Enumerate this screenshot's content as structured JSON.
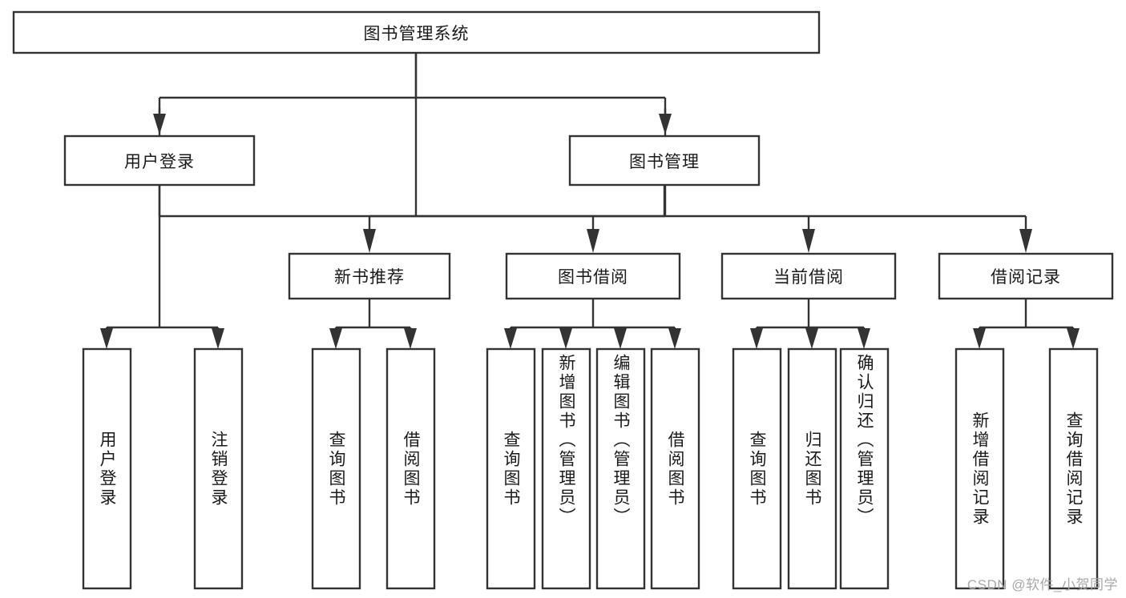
{
  "diagram": {
    "type": "tree",
    "title": "图书管理系统",
    "watermark": "CSDN @软件_小贺同学",
    "colors": {
      "box_stroke": "#333333",
      "box_fill": "#ffffff",
      "text": "#1a1a1a",
      "background": "#ffffff",
      "watermark": "#a8a8a8"
    },
    "nodes": {
      "root": {
        "label": "图书管理系统",
        "orientation": "horizontal"
      },
      "level1": [
        {
          "id": "user-login",
          "label": "用户登录",
          "orientation": "horizontal"
        },
        {
          "id": "book-manage",
          "label": "图书管理",
          "orientation": "horizontal"
        }
      ],
      "level2": [
        {
          "id": "new-book-rec",
          "label": "新书推荐",
          "orientation": "horizontal",
          "parent": "book-manage"
        },
        {
          "id": "book-borrow",
          "label": "图书借阅",
          "orientation": "horizontal",
          "parent": "book-manage"
        },
        {
          "id": "current-borrow",
          "label": "当前借阅",
          "orientation": "horizontal",
          "parent": "book-manage"
        },
        {
          "id": "borrow-record",
          "label": "借阅记录",
          "orientation": "horizontal",
          "parent": "book-manage"
        }
      ],
      "leaves": [
        {
          "id": "leaf-user-login",
          "label": "用户登录",
          "orientation": "vertical",
          "parent": "user-login"
        },
        {
          "id": "leaf-logout-login",
          "label": "注销登录",
          "orientation": "vertical",
          "parent": "user-login"
        },
        {
          "id": "leaf-query-book-1",
          "label": "查询图书",
          "orientation": "vertical",
          "parent": "new-book-rec"
        },
        {
          "id": "leaf-borrow-book-1",
          "label": "借阅图书",
          "orientation": "vertical",
          "parent": "new-book-rec"
        },
        {
          "id": "leaf-query-book-2",
          "label": "查询图书",
          "orientation": "vertical",
          "parent": "book-borrow"
        },
        {
          "id": "leaf-add-book",
          "label": "新增图书（管理员）",
          "orientation": "vertical",
          "parent": "book-borrow"
        },
        {
          "id": "leaf-edit-book",
          "label": "编辑图书（管理员）",
          "orientation": "vertical",
          "parent": "book-borrow"
        },
        {
          "id": "leaf-borrow-book-2",
          "label": "借阅图书",
          "orientation": "vertical",
          "parent": "book-borrow"
        },
        {
          "id": "leaf-query-book-3",
          "label": "查询图书",
          "orientation": "vertical",
          "parent": "current-borrow"
        },
        {
          "id": "leaf-return-book",
          "label": "归还图书",
          "orientation": "vertical",
          "parent": "current-borrow"
        },
        {
          "id": "leaf-confirm-return",
          "label": "确认归还（管理员）",
          "orientation": "vertical",
          "parent": "current-borrow"
        },
        {
          "id": "leaf-add-record",
          "label": "新增借阅记录",
          "orientation": "vertical",
          "parent": "borrow-record"
        },
        {
          "id": "leaf-query-record",
          "label": "查询借阅记录",
          "orientation": "vertical",
          "parent": "borrow-record"
        }
      ]
    }
  }
}
